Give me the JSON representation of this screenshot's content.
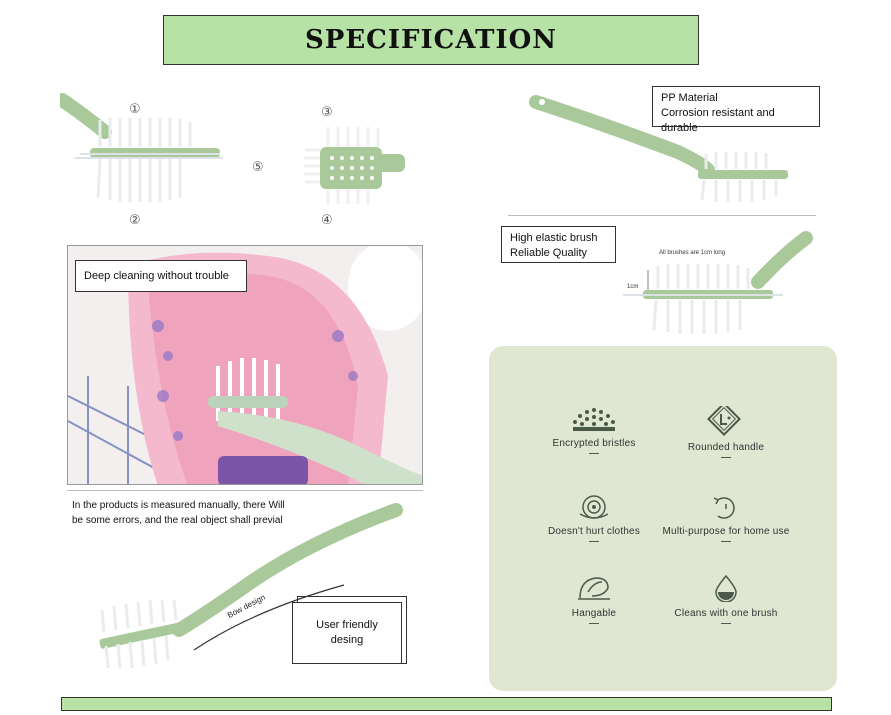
{
  "header": {
    "title": "SPECIFICATION"
  },
  "views": {
    "n1": "①",
    "n2": "②",
    "n3": "③",
    "n4": "④",
    "n5": "⑤"
  },
  "material_box": {
    "line1": "PP Material",
    "line2": "Corrosion resistant and durable"
  },
  "elastic_box": {
    "line1": "High elastic brush",
    "line2": "Reliable Quality"
  },
  "brush_dim": {
    "note": "All brushes are 1cm long",
    "size": "1cm"
  },
  "photo": {
    "label": "Deep cleaning without trouble"
  },
  "disclaimer": {
    "line1": "In the products is measured manually, there Will",
    "line2": "be some errors, and the real object shall previal"
  },
  "bow": {
    "label": "Bow design"
  },
  "user_box": {
    "line1": "User friendly",
    "line2": "desing"
  },
  "features": [
    {
      "icon": "bristles-icon",
      "label": "Encrypted bristles"
    },
    {
      "icon": "handle-icon",
      "label": "Rounded handle"
    },
    {
      "icon": "clothes-icon",
      "label": "Doesn't hurt clothes"
    },
    {
      "icon": "multipurpose-icon",
      "label": "Multi-purpose for home use"
    },
    {
      "icon": "hang-icon",
      "label": "Hangable"
    },
    {
      "icon": "drop-icon",
      "label": "Cleans with one brush"
    }
  ],
  "colors": {
    "accent_green": "#b6e2a6",
    "handle_green": "#a9c99a",
    "panel": "#dfe6d2"
  }
}
